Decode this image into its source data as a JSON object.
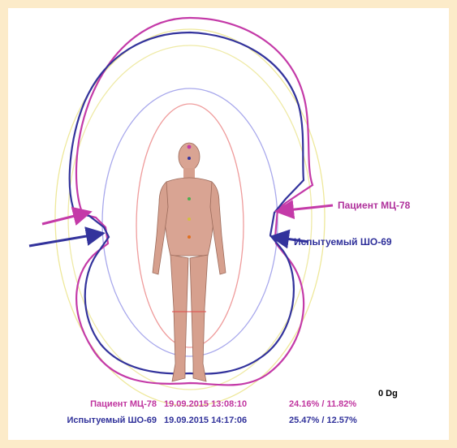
{
  "labels": {
    "patient": "Пациент МЦ-78",
    "subject": "Испытуемый ШО-69"
  },
  "orientation": "0 Dg",
  "legend": [
    {
      "name": "Пациент МЦ-78",
      "datetime": "19.09.2015 13:08:10",
      "percent": "24.16% / 11.82%"
    },
    {
      "name": "Испытуемый ШО-69",
      "datetime": "19.09.2015 14:17:06",
      "percent": "25.47% / 12.57%"
    }
  ],
  "colors": {
    "background": "#fcebc9",
    "patient": "#c43aa8",
    "subject": "#33339c",
    "ring_yellow": "#eee89a",
    "ring_blue": "#a8a8ec",
    "ring_red": "#ef9c9c",
    "body": "#d9a493"
  }
}
